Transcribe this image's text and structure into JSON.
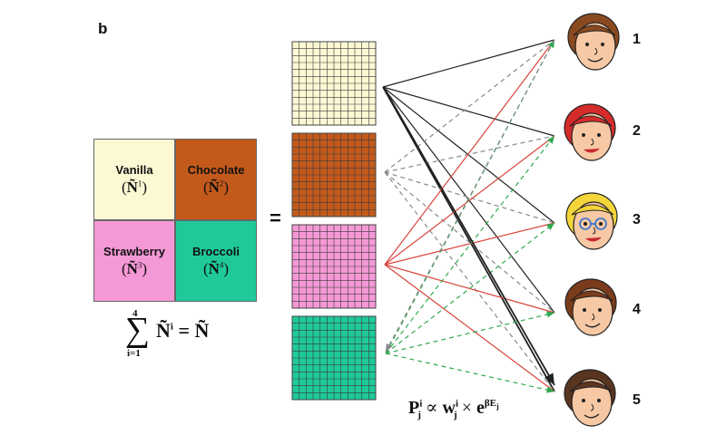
{
  "panel_label": "b",
  "flavors": [
    {
      "name": "Vanilla",
      "symbol": "Ñ",
      "index": "1",
      "color": "#fcf8d4"
    },
    {
      "name": "Chocolate",
      "symbol": "Ñ",
      "index": "2",
      "color": "#c35a1c"
    },
    {
      "name": "Strawberry",
      "symbol": "Ñ",
      "index": "3",
      "color": "#f598d6"
    },
    {
      "name": "Broccoli",
      "symbol": "Ñ",
      "index": "4",
      "color": "#1fc99a"
    }
  ],
  "equals_sign": "=",
  "sum_formula": {
    "upper": "4",
    "sigma": "∑",
    "lower": "i=1",
    "expression": "Ñ",
    "superscript": "i",
    "result": "= Ñ"
  },
  "prob_formula": {
    "lhs": "P",
    "lhs_sup": "i",
    "lhs_sub": "j",
    "relation": "∝",
    "w": "w",
    "w_sup": "i",
    "w_sub": "j",
    "times": "×",
    "base": "e",
    "exponent": "βE",
    "exponent_sub": "j"
  },
  "agents": [
    "1",
    "2",
    "3",
    "4",
    "5"
  ],
  "edge_styles": {
    "vanilla": {
      "color": "#222222",
      "dash": "solid"
    },
    "chocolate": {
      "color": "#888888",
      "dash": "dashed"
    },
    "strawberry": {
      "color": "#d8453b",
      "dash": "solid"
    },
    "broccoli": {
      "color": "#2fa84f",
      "dash": "dashed"
    }
  }
}
